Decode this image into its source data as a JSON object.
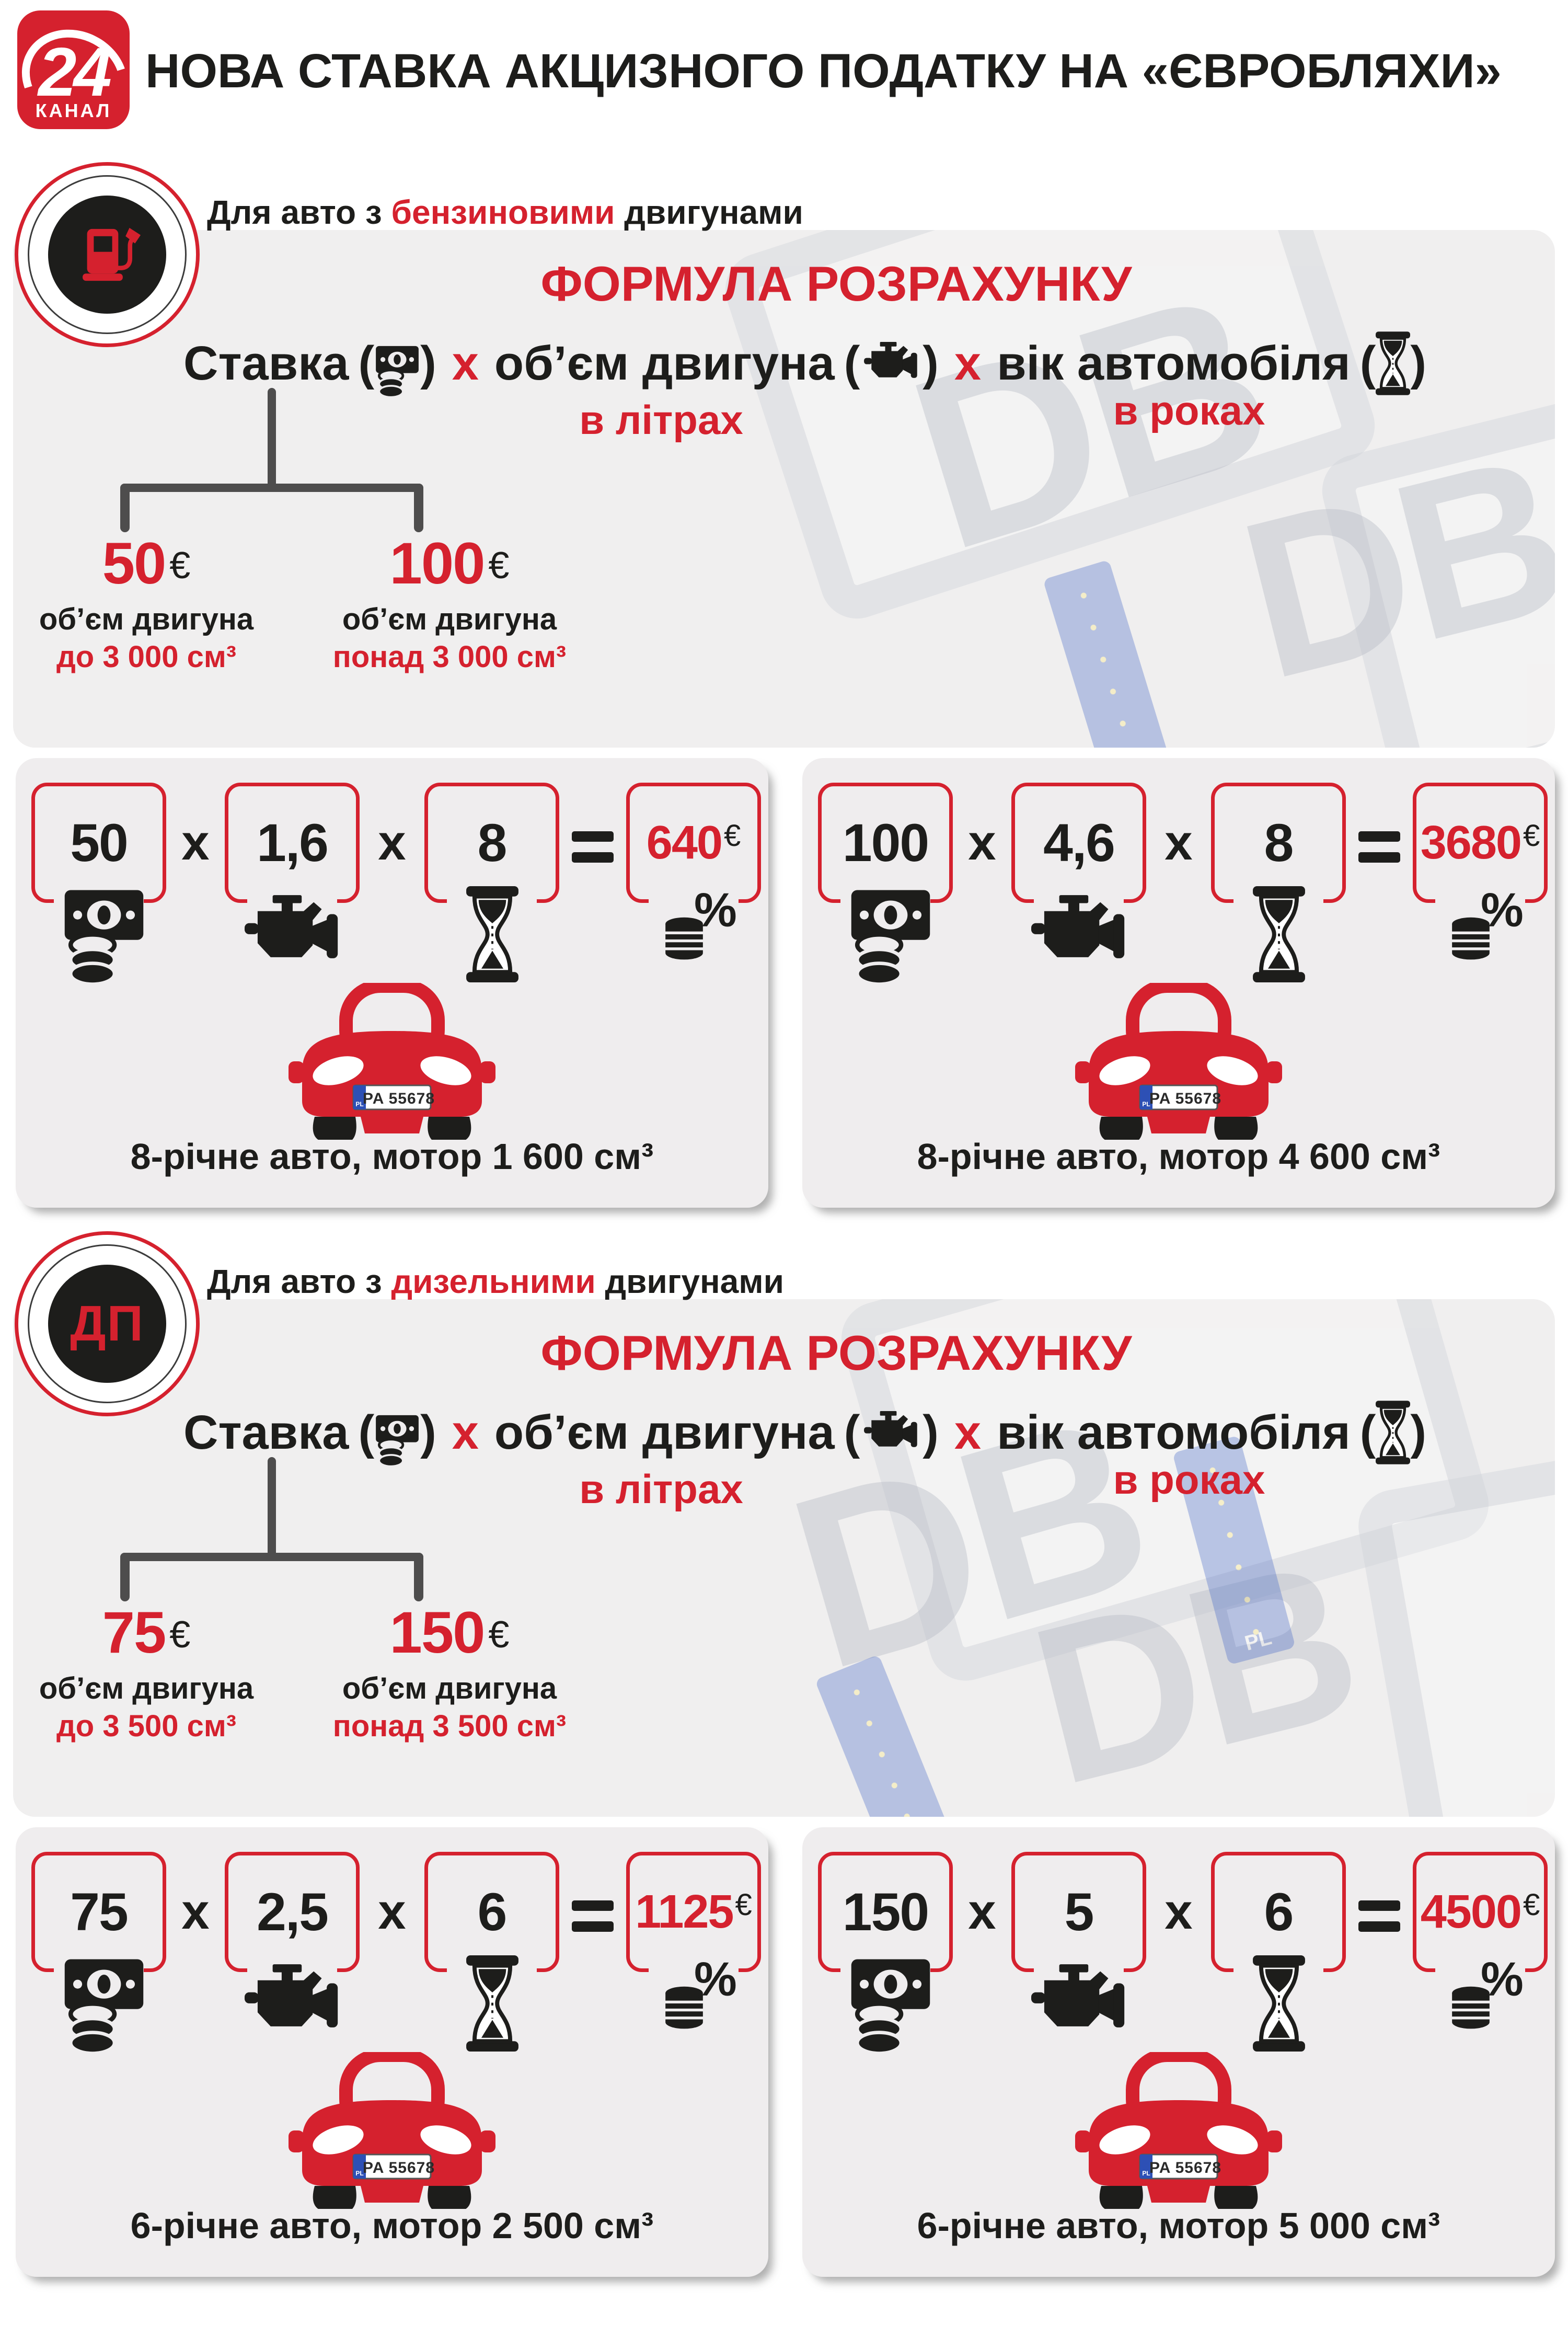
{
  "header": {
    "logo_number": "24",
    "logo_caption": "КАНАЛ",
    "title": "НОВА СТАВКА АКЦИЗНОГО ПОДАТКУ НА «ЄВРОБЛЯХИ»"
  },
  "shared": {
    "formula_heading": "ФОРМУЛА РОЗРАХУНКУ",
    "term_rate": "Ставка",
    "term_volume": "об’єм двигуна",
    "term_age": "вік автомобіля",
    "paren_open": "(",
    "paren_close": ")",
    "multiply": "x",
    "equals": "=",
    "unit_volume": "в літрах",
    "unit_age": "в роках",
    "euro": "€",
    "percent": "%",
    "plate_text": "PA 55678",
    "plate_country": "PL",
    "bg_plate_text": "DB"
  },
  "sections": [
    {
      "label_prefix": "Для авто з ",
      "label_accent": "бензиновими",
      "label_suffix": " двигунами",
      "icon": "fuel-pump-icon",
      "rates": [
        {
          "value": "50",
          "desc": "об’єм двигуна",
          "range": "до 3 000 см³"
        },
        {
          "value": "100",
          "desc": "об’єм двигуна",
          "range": "понад 3 000 см³"
        }
      ],
      "examples": [
        {
          "rate": "50",
          "volume": "1,6",
          "age": "8",
          "result": "640",
          "caption": "8-річне авто, мотор 1 600 см³"
        },
        {
          "rate": "100",
          "volume": "4,6",
          "age": "8",
          "result": "3680",
          "caption": "8-річне авто, мотор 4 600 см³"
        }
      ]
    },
    {
      "label_prefix": "Для авто з ",
      "label_accent": "дизельними",
      "label_suffix": " двигунами",
      "icon_text": "ДП",
      "rates": [
        {
          "value": "75",
          "desc": "об’єм двигуна",
          "range": "до 3 500 см³"
        },
        {
          "value": "150",
          "desc": "об’єм двигуна",
          "range": "понад 3 500 см³"
        }
      ],
      "examples": [
        {
          "rate": "75",
          "volume": "2,5",
          "age": "6",
          "result": "1125",
          "caption": "6-річне авто, мотор 2 500 см³"
        },
        {
          "rate": "150",
          "volume": "5",
          "age": "6",
          "result": "4500",
          "caption": "6-річне авто, мотор 5 000 см³"
        }
      ]
    }
  ],
  "colors": {
    "accent": "#d5212e",
    "dark": "#1d1d1b",
    "connector": "#4e4d4d",
    "band_background": "#f0efef",
    "card_background": "#efedee",
    "eu_strip_blue": "#2d50b5"
  }
}
